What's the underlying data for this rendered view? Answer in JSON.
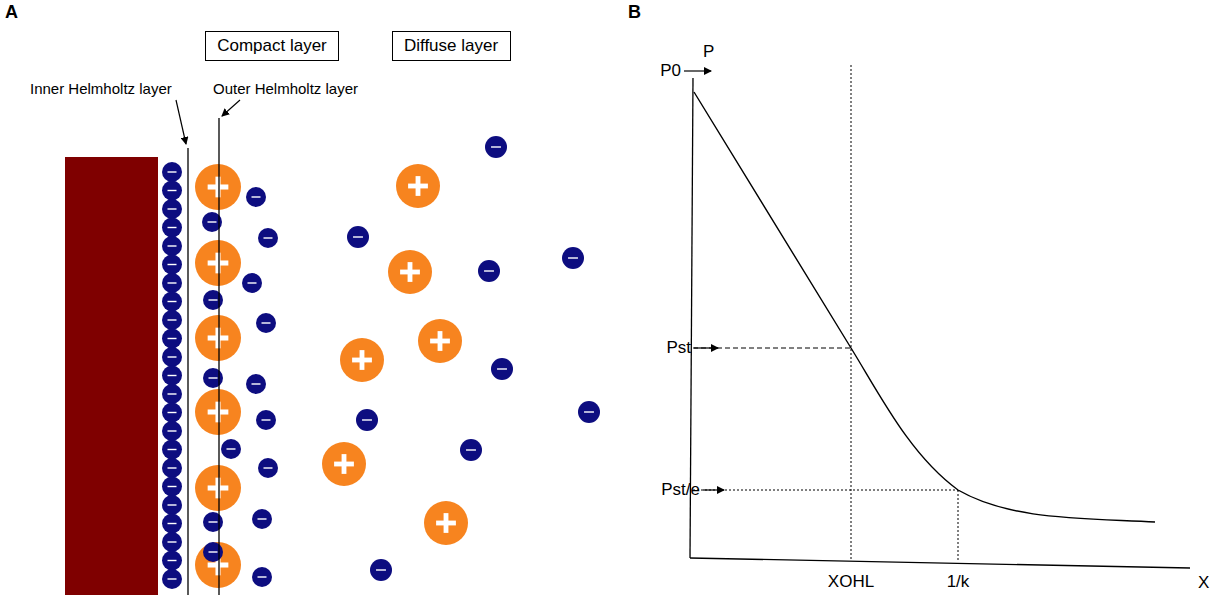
{
  "diagram": {
    "nodes": [
      {
        "text": [
          "Compact layer"
        ]
      },
      {
        "text": [
          "Diffuse layer"
        ]
      }
    ],
    "labels": [
      "A",
      "B",
      "Inner Helmholtz layer",
      "Outer Helmholtz layer",
      "P",
      "P0",
      "Pst",
      "Pst/e",
      "XOHL",
      "1/k",
      "X"
    ]
  }
}
